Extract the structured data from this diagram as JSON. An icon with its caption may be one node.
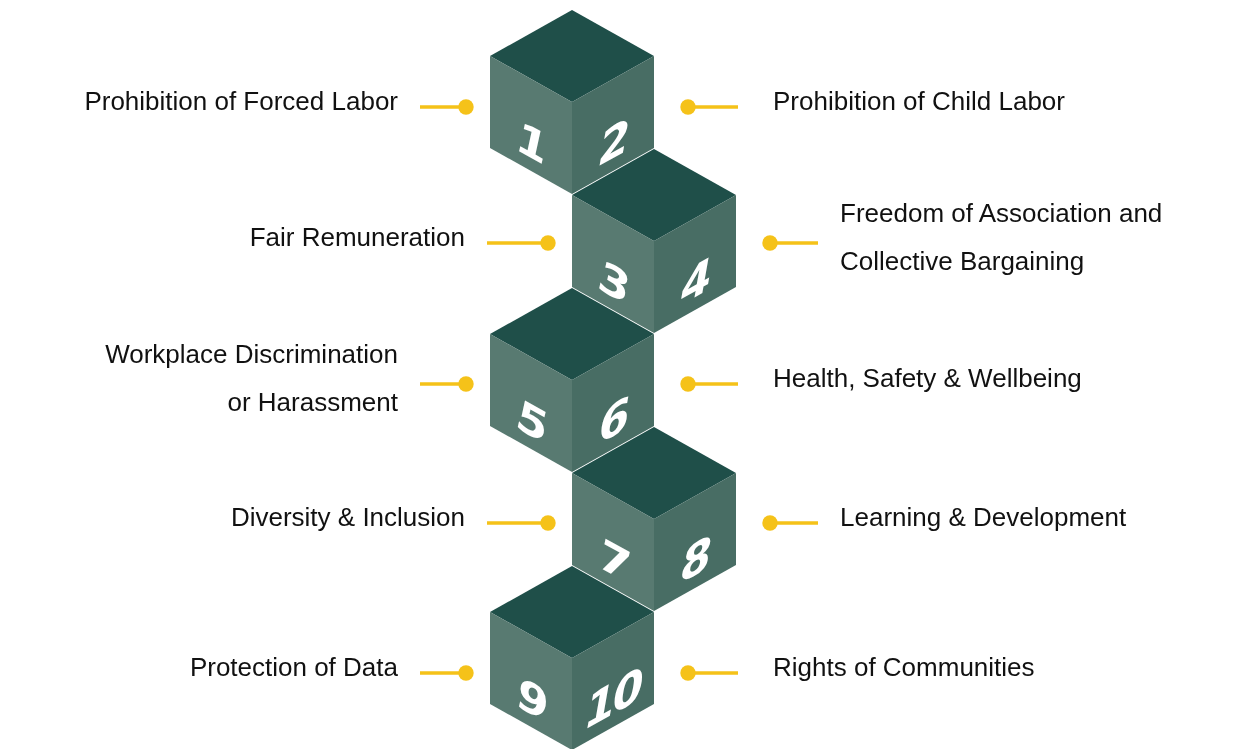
{
  "diagram": {
    "nodes": [
      {
        "text": [
          "Prohibition of Forced Labor"
        ]
      },
      {
        "text": [],
        "shape": "diamond"
      },
      {
        "text": [
          "1"
        ]
      },
      {
        "text": [
          "2"
        ]
      },
      {
        "text": [
          "Prohibition of Child Labor"
        ]
      },
      {
        "text": [
          "Fair Remuneration"
        ]
      },
      {
        "text": [],
        "shape": "diamond"
      },
      {
        "text": [
          "3"
        ]
      },
      {
        "text": [
          "4"
        ]
      },
      {
        "text": [
          "Freedom of Association and Collective Bargaining"
        ]
      },
      {
        "text": [
          "Workplace Discrimination or Harassment"
        ]
      },
      {
        "text": [],
        "shape": "diamond"
      },
      {
        "text": [
          "5"
        ]
      },
      {
        "text": [
          "6"
        ]
      },
      {
        "text": [
          "Health, Safety & Wellbeing"
        ]
      },
      {
        "text": [
          "Diversity & Inclusion"
        ]
      },
      {
        "text": [],
        "shape": "diamond"
      },
      {
        "text": [
          "7"
        ]
      },
      {
        "text": [
          "8"
        ]
      },
      {
        "text": [
          "Learning & Development"
        ]
      },
      {
        "text": [
          "Protection of Data"
        ]
      },
      {
        "text": [],
        "shape": "diamond"
      },
      {
        "text": [
          "9"
        ]
      },
      {
        "text": [
          "10"
        ]
      },
      {
        "text": [
          "Rights of Communities"
        ]
      }
    ],
    "edges": [
      {
        "from": 0,
        "to": 2,
        "arrow": "other"
      },
      {
        "from": 4,
        "to": 3,
        "arrow": "other"
      },
      {
        "from": 5,
        "to": 7,
        "arrow": "other"
      },
      {
        "from": 9,
        "to": 8,
        "arrow": "other"
      },
      {
        "from": 10,
        "to": 12,
        "arrow": "other"
      },
      {
        "from": 14,
        "to": 13,
        "arrow": "other"
      },
      {
        "from": 15,
        "to": 17,
        "arrow": "other"
      },
      {
        "from": 19,
        "to": 18,
        "arrow": "other"
      },
      {
        "from": 20,
        "to": 22,
        "arrow": "other"
      },
      {
        "from": 24,
        "to": 23,
        "arrow": "other"
      }
    ]
  }
}
